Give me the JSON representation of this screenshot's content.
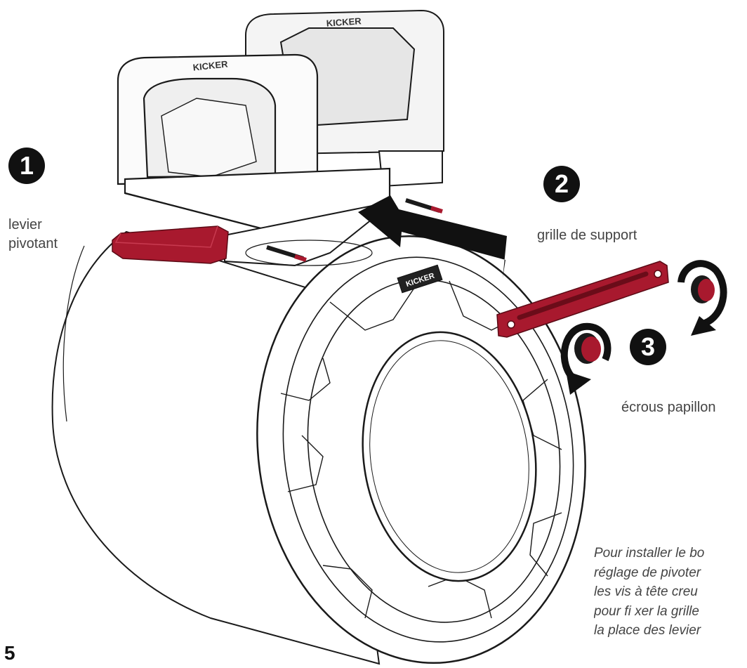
{
  "steps": [
    {
      "number": "1",
      "label_lines": [
        "levier",
        "pivotant"
      ]
    },
    {
      "number": "2",
      "label_lines": [
        "grille de support"
      ]
    },
    {
      "number": "3",
      "label_lines": [
        "écrous papillon"
      ]
    }
  ],
  "caption_lines": [
    "Pour installer le bo",
    "réglage de pivoter",
    "les vis à tête creu",
    "pour fi xer la grille",
    "la place des levier"
  ],
  "page_number": "5",
  "brand_text": "KICKER",
  "colors": {
    "accent_red": "#a8192e",
    "accent_red_dark": "#7a0f1f",
    "line": "#1a1a1a",
    "text": "#444444"
  }
}
